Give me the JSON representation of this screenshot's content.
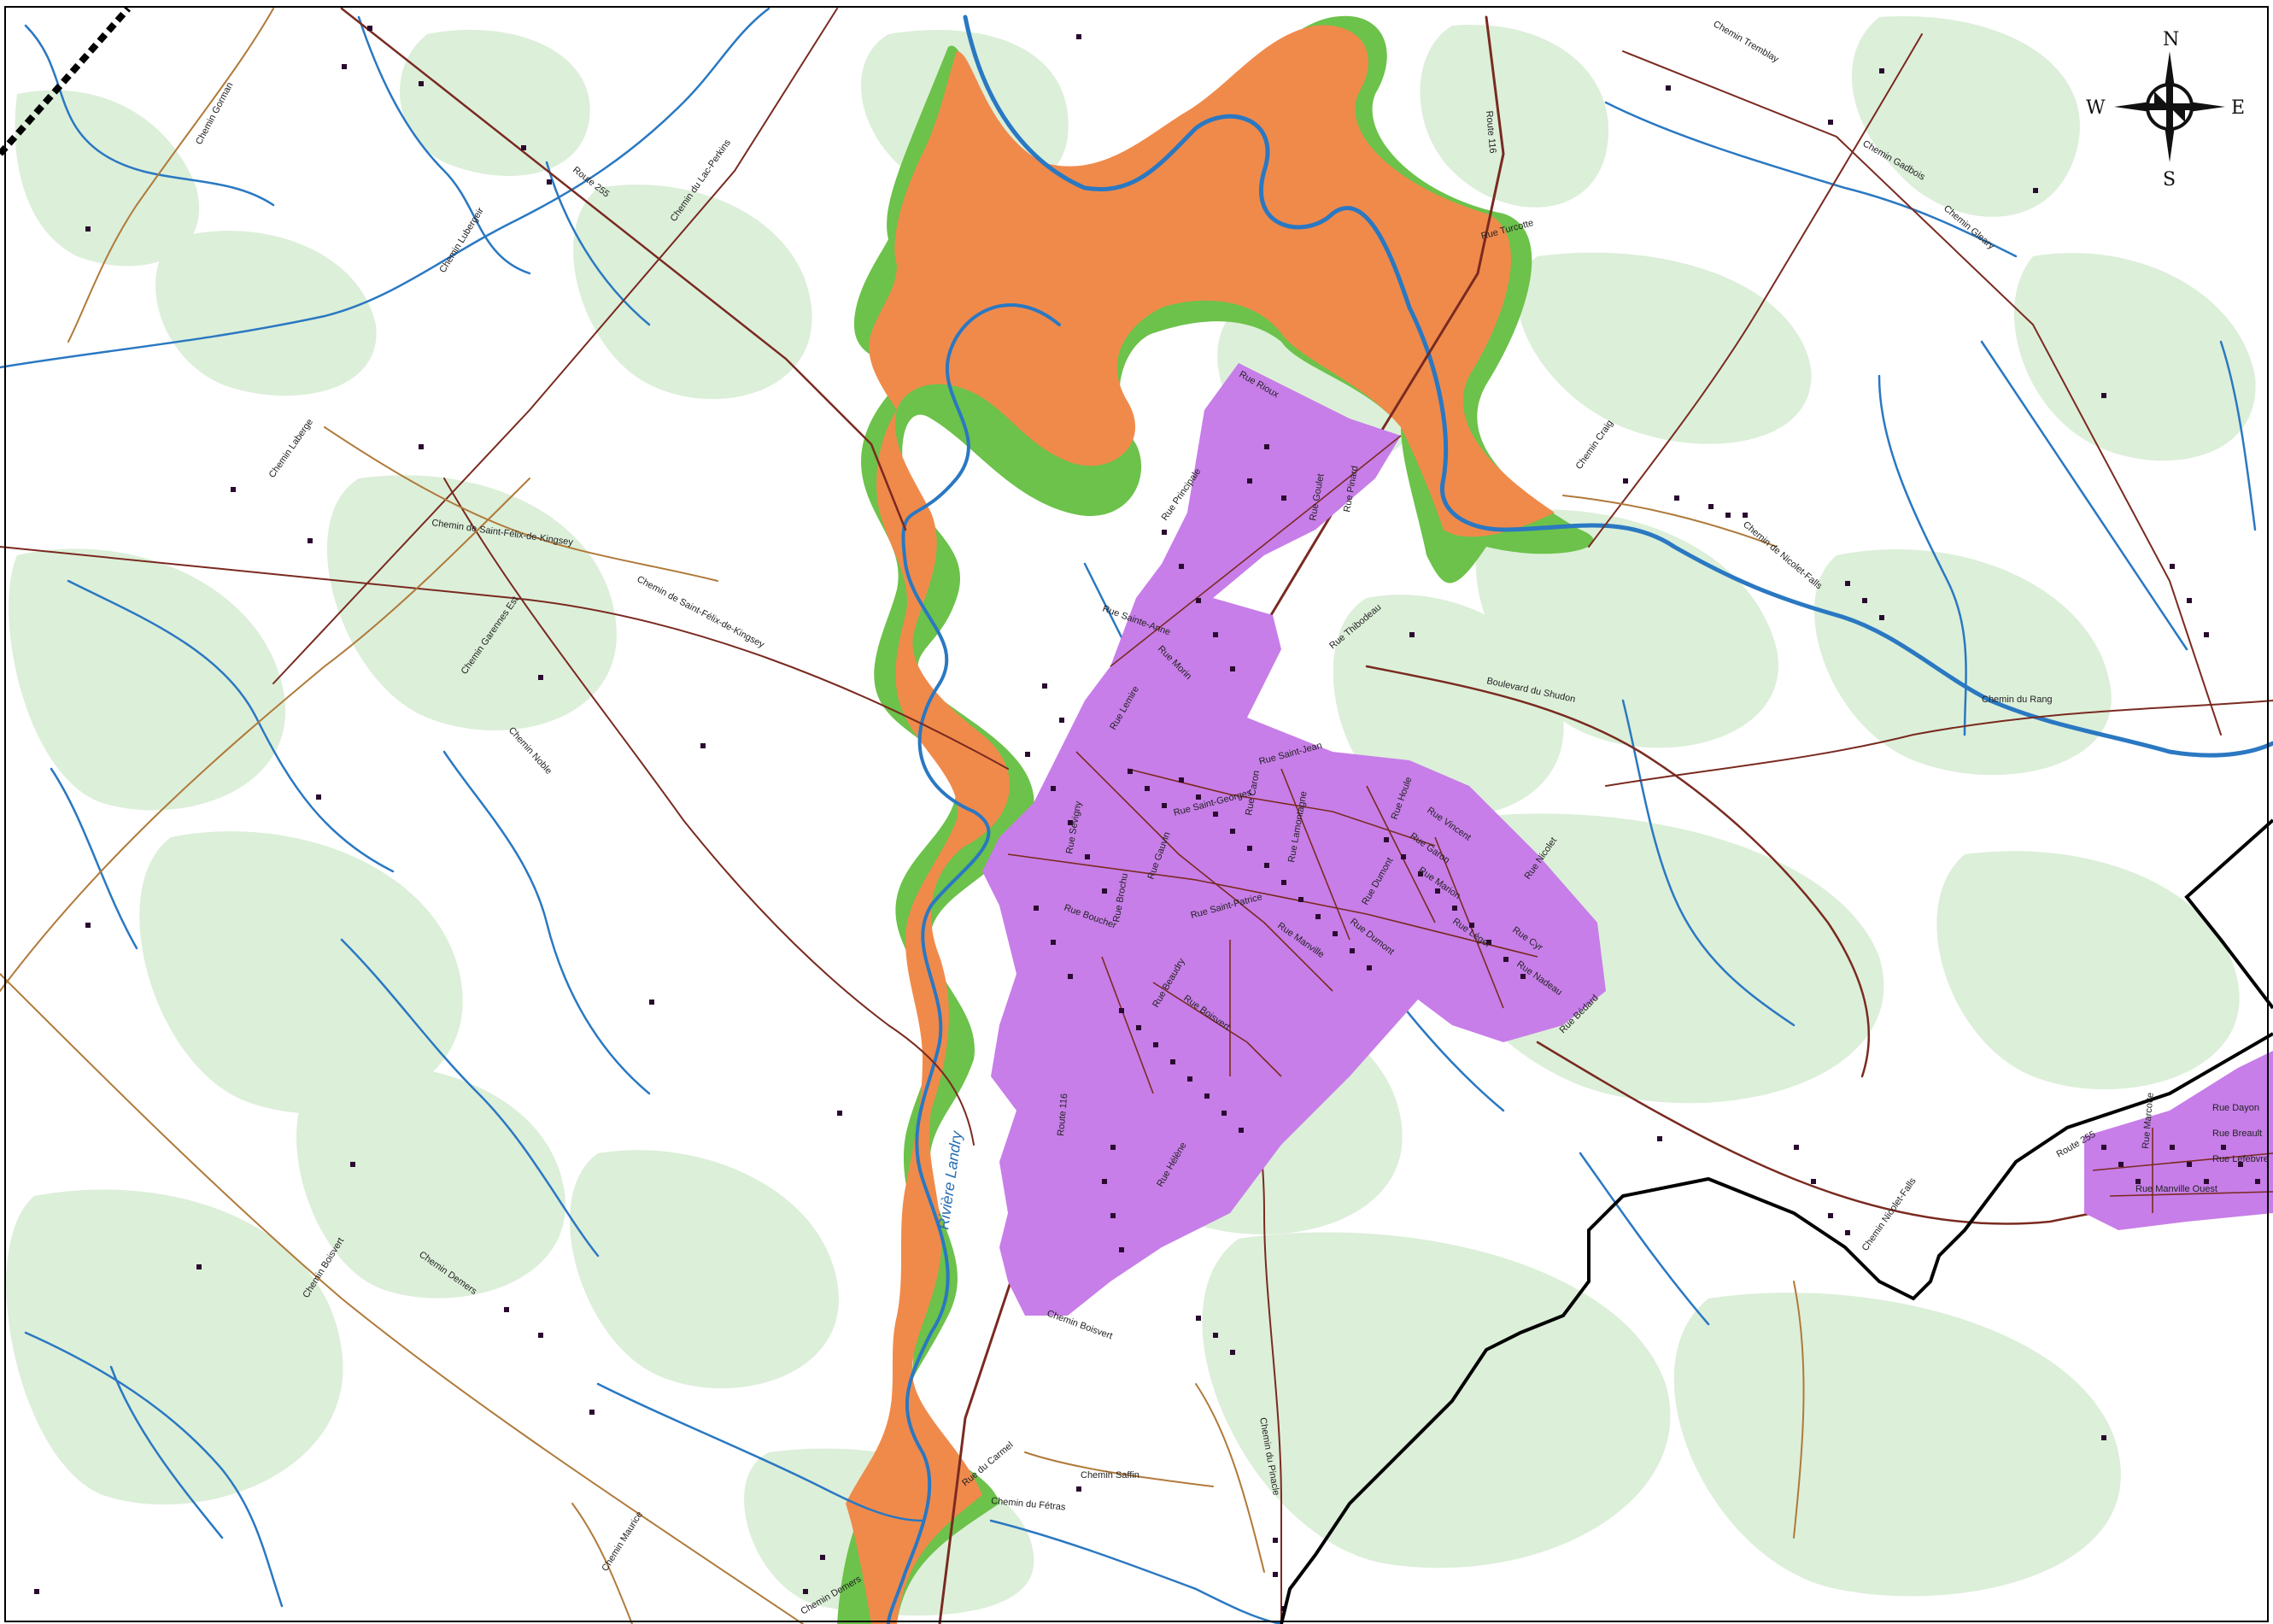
{
  "map": {
    "colors": {
      "background": "#ffffff",
      "forest": "#dcefd9",
      "flood_high": "#f08a4b",
      "flood_low": "#6cc24a",
      "urban": "#c77ee8",
      "urban_dark": "#5a1a6a",
      "water": "#2a78c2",
      "river_fill": "#bfe3f2",
      "road_major": "#7a2a20",
      "road_minor": "#b07a3a",
      "boundary": "#000000"
    },
    "compass": {
      "north": "N",
      "south": "S",
      "east": "E",
      "west": "W"
    },
    "river_label": "Rivière Landry",
    "road_labels": [
      "Chemin Gorman",
      "Chemin Lubergeir",
      "Route 255",
      "Chemin du Lac-Perkins",
      "Chemin Laberge",
      "Chemin de Saint-Félix-de-Kingsey",
      "Chemin de Saint-Félix-de-Kingsey",
      "Chemin Garennes Est",
      "Chemin Noble",
      "Chemin Boisvert",
      "Chemin Demers",
      "Chemin Maurice",
      "Chemin Demers",
      "Chemin Saffin",
      "Chemin du Pinacle",
      "Rue du Carmel",
      "Chemin du Fétras",
      "Chemin Boisvert",
      "Rue Rioux",
      "Boulevard du Shudon",
      "Chemin Craig",
      "Chemin de Nicolet-Falls",
      "Chemin Tremblay",
      "Chemin Gadbois",
      "Chemin Gleary",
      "Chemin du Rang",
      "Rue Turcotte",
      "Route 116",
      "Rue Nicolet",
      "Route 116",
      "Rue Dayon",
      "Rue Breault",
      "Rue Lefebvre",
      "Rue Marcotte",
      "Rue Manville Ouest",
      "Chemin Nicolet-Falls",
      "Route 255",
      "Rue Principale",
      "Rue Sainte-Anne",
      "Rue Saint-Georges",
      "Rue Saint-Patrice",
      "Rue Manville",
      "Rue Gauvin",
      "Rue Beaudry",
      "Rue Hélène",
      "Rue Boisvert",
      "Rue Dumont",
      "Rue Saint-Jean",
      "Rue Dumont",
      "Rue Vincent",
      "Rue Garon",
      "Rue Marion",
      "Rue Léger",
      "Rue Cyr",
      "Rue Nadeau",
      "Rue Bédard",
      "Rue Lemire",
      "Rue Thibodeau",
      "Rue Pinard",
      "Rue Goulet",
      "Rue Morin",
      "Rue Sévigny",
      "Rue Boucher",
      "Rue Brochu",
      "Rue Caron",
      "Rue Lamontagne",
      "Rue Houle"
    ]
  }
}
